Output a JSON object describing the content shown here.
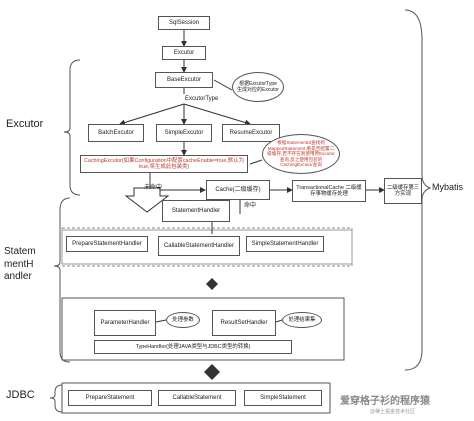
{
  "nodes": {
    "sqlsession": "SqlSession",
    "excutor": "Excutor",
    "baseexcutor": "BaseExcutor",
    "excutortype": "ExcutorType",
    "batchexcutor": "BatchExcutor",
    "simpleexcutor": "SimpleExcutor",
    "resumeexcutor": "ResumeExcutor",
    "cachingexcutor": "CachingExcutor(如果Configuration中配置cacheEnable=true,默认为true,将生成此包装类)",
    "cache": "Cache(二级缓存)",
    "transactionalcache": "TransactionalCache 二级缓存事物缓存处理",
    "second_cache_third": "二级缓存第三方实现",
    "statementhandler": "StatementHandler",
    "preparestatementhandler": "PrepareStatementHandler",
    "callablestatementhandler": "CallableStatementHandler",
    "simplestatementhandler": "SimpleStatementHandler",
    "parameterhandler": "ParameterHandler",
    "resultsethandler": "ResultSetHandler",
    "typehandler": "TypeHandler(处理JAVA类型与JDBC类型的转换)",
    "preparestatement": "PrepareStatement",
    "callablestatement": "CallableStatement",
    "simplestatement": "SimpleStatement"
  },
  "callouts": {
    "excutortype_note": "根据ExcutorType生成对应的Excutor",
    "mapped_note": "根据StatementId查找到MappedStatement,看是否配置二级缓存,若不存在则使用原Excutor查询,反之使用包装的CachingExcutor查询",
    "param_note": "处理参数",
    "result_note": "处理结果集"
  },
  "edge_labels": {
    "miss": "未命中",
    "hit": "命中"
  },
  "groups": {
    "excutor": "Excutor",
    "mybatis": "Mybatis",
    "statementhandler": "Statem\nmentH\nandler",
    "jdbc": "JDBC"
  },
  "watermark": {
    "main": "爱穿格子衫的程序猿",
    "sub": "@稀土掘金技术社区"
  }
}
